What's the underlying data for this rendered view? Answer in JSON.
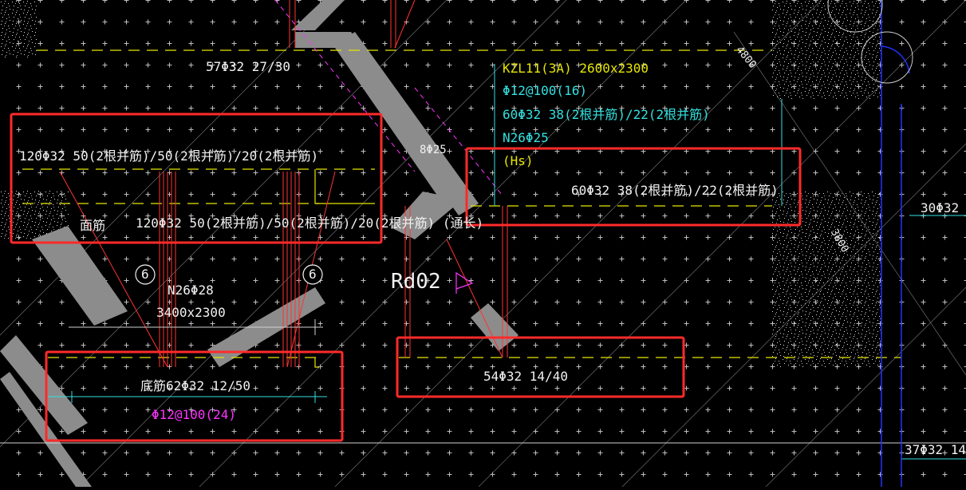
{
  "labels": {
    "top_bar": "57Φ32 27/30",
    "kzl_title": "KZL11(3A) 2600x2300",
    "kzl_stirrup": "Φ12@100(16)",
    "kzl_top": "60Φ32 38(2根并筋)/22(2根并筋)",
    "kzl_side": "N26Φ25",
    "kzl_hs": "(Hs)",
    "kzl_boxed": "60Φ32 38(2根并筋)/22(2根并筋)",
    "left_top": "120Φ32 50(2根并筋)/50(2根并筋)/20(2根并筋)",
    "face_label": "面筋",
    "left_mid": "120Φ32 50(2根并筋)/50(2根并筋)/20(2根并筋) (通长)",
    "diag_8": "8Φ25",
    "circle_a": "6",
    "circle_b": "6",
    "beam_side": "N26Φ28",
    "beam_size": "3400x2300",
    "beam_name": "Rd02",
    "bottom_left": "底筋62Φ32 12/50",
    "bottom_stirrup": "Φ12@100(24)",
    "bottom_mid": "54Φ32 14/40",
    "right_top": "30Φ32",
    "right_bottom": "37Φ32 14",
    "rotated_a": "3800",
    "rotated_b": "4800"
  },
  "colors": {
    "highlight_box": "#ff2a2a",
    "white_text": "#f2f2f2",
    "yellow_text": "#e6e600",
    "cyan_text": "#33e0e0",
    "magenta_text": "#ff33ff",
    "rebar_red": "#ff3333",
    "axis_blue": "#2233ff"
  }
}
